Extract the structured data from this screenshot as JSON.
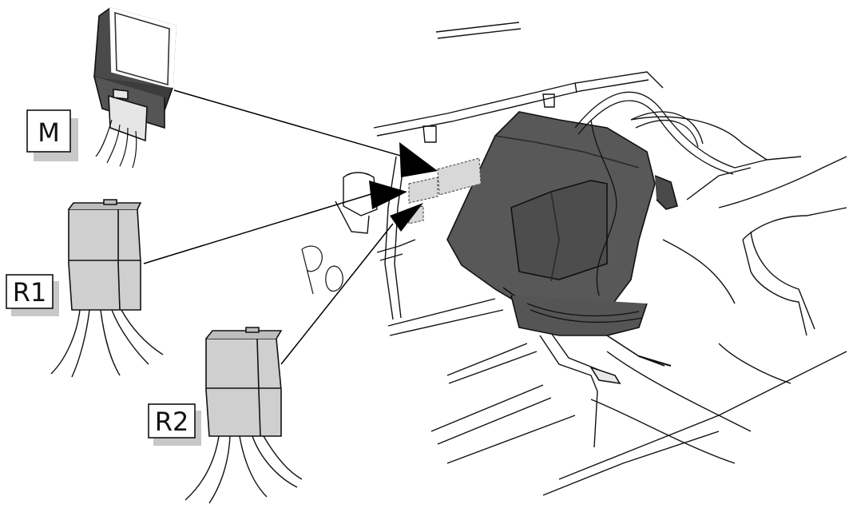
{
  "labels": {
    "module": "M",
    "relay_1": "R1",
    "relay_2": "R2"
  },
  "handwriting": "Po",
  "colors": {
    "module_body": "#4a4a4a",
    "module_face": "#ffffff",
    "relay_body": "#cfcfcf",
    "outline": "#111111",
    "fuse_box": "#555555",
    "arrow": "#000000",
    "slot_fill": "#d6d6d6",
    "label_shadow": "#c8c8c8"
  },
  "icons": [
    "module-icon",
    "relay-icon",
    "fuse-box-icon",
    "arrow-icon"
  ]
}
